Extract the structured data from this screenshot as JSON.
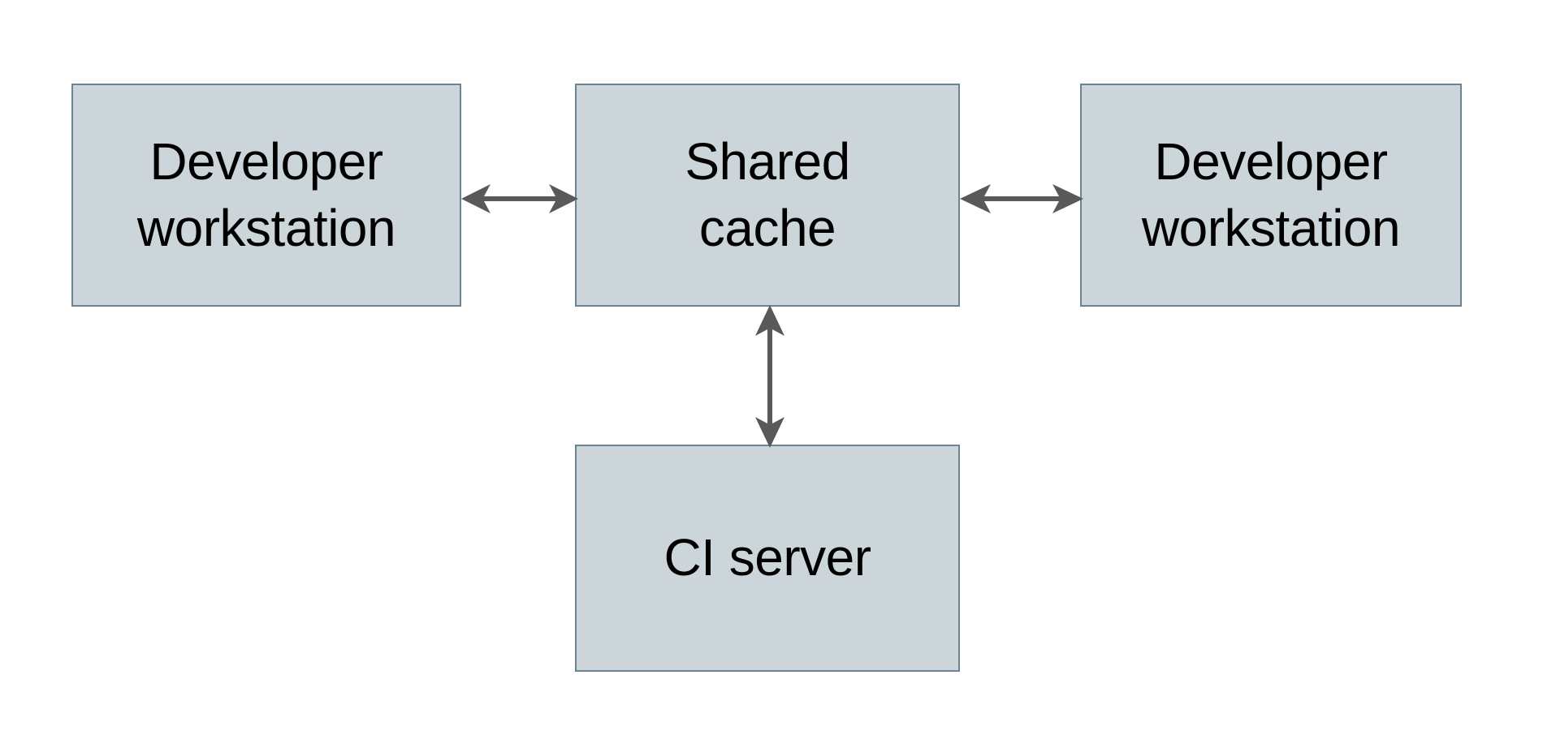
{
  "diagram": {
    "type": "block-diagram",
    "background_color": "#ffffff",
    "node_fill_color": "#ccd5d9",
    "node_border_color": "#6b8494",
    "connector_color": "#595959",
    "text_color": "#000000",
    "nodes": [
      {
        "id": "dev-left",
        "label": "Developer\nworkstation",
        "shape": "rectangle"
      },
      {
        "id": "cache",
        "label": "Shared\ncache",
        "shape": "rectangle"
      },
      {
        "id": "dev-right",
        "label": "Developer\nworkstation",
        "shape": "rectangle"
      },
      {
        "id": "ci",
        "label": "CI server",
        "shape": "rectangle"
      }
    ],
    "connectors": [
      {
        "id": "dev-left-cache",
        "from": "dev-left",
        "to": "cache",
        "arrowheads": "both",
        "orientation": "horizontal"
      },
      {
        "id": "cache-dev-right",
        "from": "cache",
        "to": "dev-right",
        "arrowheads": "both",
        "orientation": "horizontal"
      },
      {
        "id": "cache-ci",
        "from": "cache",
        "to": "ci",
        "arrowheads": "both",
        "orientation": "vertical"
      }
    ]
  }
}
